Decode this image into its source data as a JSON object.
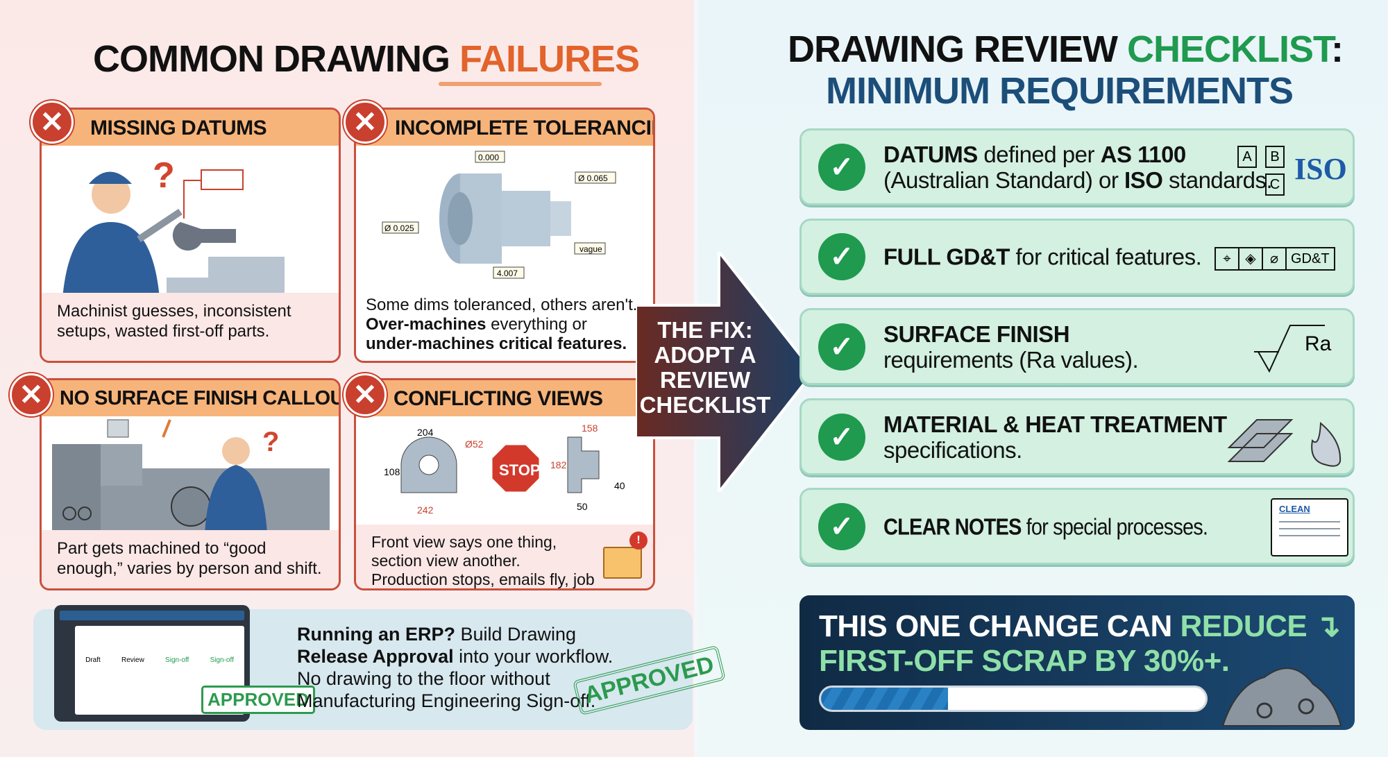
{
  "left": {
    "title_main": "COMMON DRAWING ",
    "title_accent": "FAILURES",
    "cards": [
      {
        "title": "MISSING DATUMS",
        "caption": "Machinist guesses, inconsistent setups, wasted first-off parts.",
        "icon": "x-icon"
      },
      {
        "title": "INCOMPLETE TOLERANCING",
        "caption_1": "Some dims toleranced, others aren't.",
        "caption_bold_1": "Over-machines",
        "caption_2": " everything or",
        "caption_bold_2": "under-machines critical features.",
        "labels": [
          "0.000",
          "Ø 0.065",
          "Ø 0.025",
          "vague",
          "4.007"
        ],
        "icon": "x-icon"
      },
      {
        "title": "NO SURFACE FINISH CALLOUTS",
        "caption": "Part gets machined to “good enough,” varies by person and shift.",
        "icon": "x-icon"
      },
      {
        "title": "CONFLICTING VIEWS",
        "caption": "Front view says one thing, section view another. Production stops, emails fly, job sits in queue.",
        "labels": [
          "204",
          "Ø52",
          "108",
          "242",
          "STOP",
          "158",
          "182",
          "40",
          "50"
        ],
        "icon": "x-icon"
      }
    ],
    "erp": {
      "bold_1": "Running an ERP?",
      "text_1": " Build Drawing",
      "bold_2": "Release Approval",
      "text_2": " into your workflow.",
      "text_3": "No drawing to the floor without",
      "text_4": "Manufacturing Engineering Sign-off.",
      "steps": [
        "Draft",
        "Review",
        "Sign-off",
        "Sign-off"
      ],
      "stamp_small": "APPROVED",
      "stamp_large": "APPROVED"
    }
  },
  "arrow": {
    "lines": [
      "THE FIX:",
      "ADOPT A",
      "REVIEW",
      "CHECKLIST"
    ]
  },
  "right": {
    "title_1a": "DRAWING REVIEW ",
    "title_1b": "CHECKLIST",
    ":": ":",
    "title_colon": ":",
    "title_2": "MINIMUM REQUIREMENTS",
    "items": [
      {
        "b1": "DATUMS",
        "t1": " defined per ",
        "b2": "AS 1100",
        "t2": "(Australian Standard) or ",
        "b3": "ISO",
        "t3": " standards.",
        "datums": [
          "A",
          "B",
          "C"
        ],
        "logo": "ISO"
      },
      {
        "b1": "FULL GD&T",
        "t1": " for critical features.",
        "frame_label": "GD&T"
      },
      {
        "b1": "SURFACE FINISH",
        "t2": "requirements (Ra values).",
        "symbol": "Ra"
      },
      {
        "b1": "MATERIAL & HEAT TREATMENT",
        "t2": "specifications."
      },
      {
        "b1": "CLEAR NOTES",
        "t1": " for special processes.",
        "note_label": "CLEAN"
      }
    ],
    "banner": {
      "white": "THIS ONE CHANGE CAN ",
      "green_1": "REDUCE",
      "green_2": "FIRST-OFF SCRAP BY 30%+.",
      "progress_percent": 30
    }
  },
  "colors": {
    "red": "#c9402e",
    "orange": "#f7b47a",
    "green": "#1f9a4e",
    "navy": "#1c4e7a",
    "dark_arrow": "#1c3f66"
  }
}
